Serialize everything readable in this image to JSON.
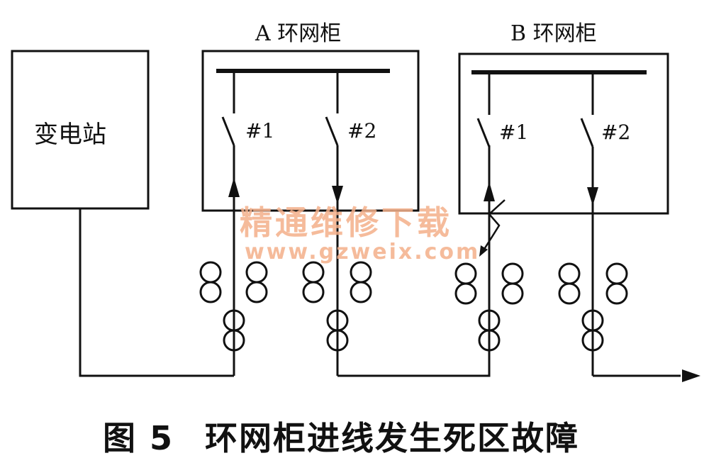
{
  "cabinet_a": {
    "title": "A 环网柜",
    "switch_1": "#1",
    "switch_2": "#2"
  },
  "cabinet_b": {
    "title": "B 环网柜",
    "switch_1": "#1",
    "switch_2": "#2"
  },
  "substation": {
    "label": "变电站"
  },
  "caption": {
    "number": "图 5",
    "text": "环网柜进线发生死区故障"
  },
  "watermark": {
    "line1": "精通维修下载",
    "line2": "www.gzweix.com"
  },
  "colors": {
    "ink": "#111111",
    "watermark": "#f4b08a"
  }
}
